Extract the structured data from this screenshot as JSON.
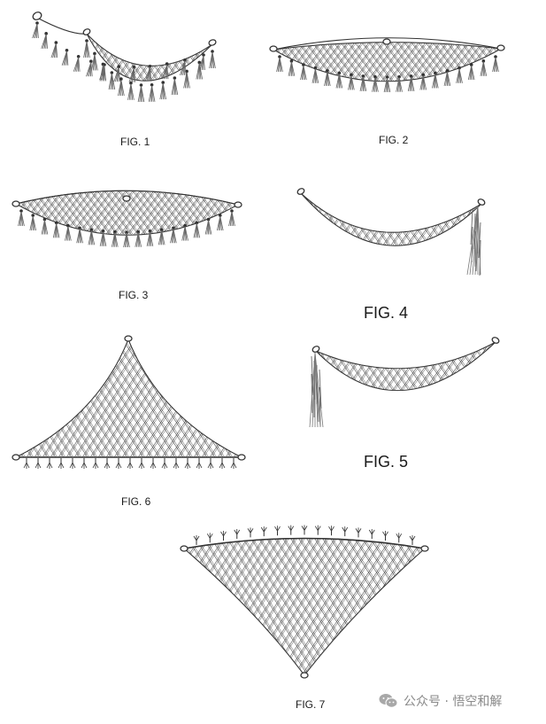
{
  "figures": [
    {
      "id": "fig1",
      "caption": "FIG. 1"
    },
    {
      "id": "fig2",
      "caption": "FIG. 2"
    },
    {
      "id": "fig3",
      "caption": "FIG. 3"
    },
    {
      "id": "fig4",
      "caption": "FIG. 4"
    },
    {
      "id": "fig5",
      "caption": "FIG. 5"
    },
    {
      "id": "fig6",
      "caption": "FIG. 6"
    },
    {
      "id": "fig7",
      "caption": "FIG. 7"
    }
  ],
  "watermark": {
    "text": "公众号 · 悟空和解",
    "icon": "wechat-icon"
  },
  "colors": {
    "ink": "#333333",
    "mesh": "#555555",
    "caption": "#1a1a1a",
    "watermark": "#8a8a8a"
  }
}
